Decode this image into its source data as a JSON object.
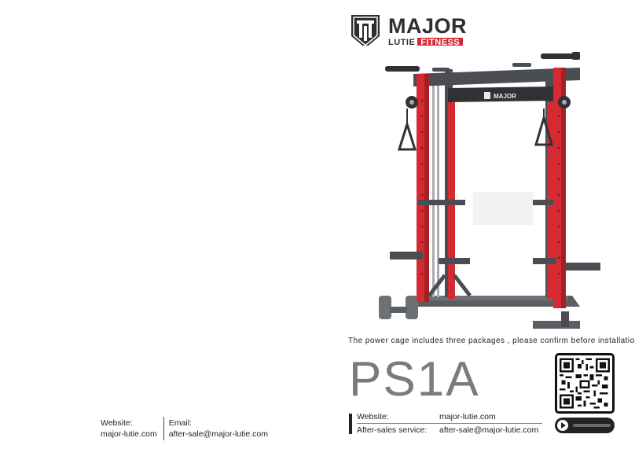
{
  "left_footer": {
    "website_label": "Website:",
    "website_value": "major-lutie.com",
    "email_label": "Email:",
    "email_value": "after-sale@major-lutie.com"
  },
  "brand": {
    "name": "MAJOR",
    "sub_left": "LUTIE",
    "sub_right": "FITNESS",
    "frame_logo": "MAJOR",
    "accent_color": "#d42b33",
    "dark_color": "#2e2e2e"
  },
  "caption": "The power cage includes three packages , please confirm before installation",
  "model": "PS1A",
  "contact": {
    "website_label": "Website:",
    "website_value": "major-lutie.com",
    "service_label": "After-sales service:",
    "service_value": "after-sale@major-lutie.com"
  },
  "icons": {
    "qr": "qr-code-icon",
    "play": "play-icon"
  }
}
